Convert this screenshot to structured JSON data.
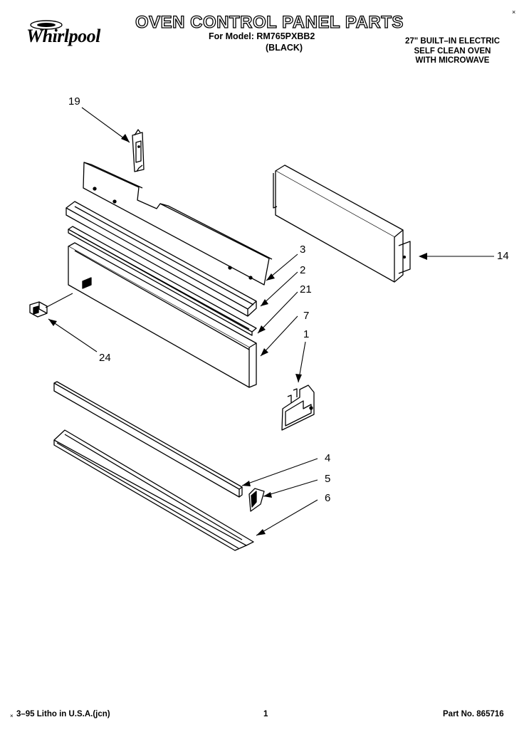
{
  "header": {
    "brand": "Whirlpool",
    "title": "OVEN CONTROL PANEL PARTS",
    "model_line": "For Model: RM765PXBB2",
    "color_line": "(BLACK)",
    "description": [
      "27\" BUILT–IN ELECTRIC",
      "SELF CLEAN OVEN",
      "WITH MICROWAVE"
    ],
    "corner_mark": "×"
  },
  "callouts": {
    "p19": "19",
    "p14": "14",
    "p3": "3",
    "p2": "2",
    "p21": "21",
    "p7": "7",
    "p1": "1",
    "p24": "24",
    "p4": "4",
    "p5": "5",
    "p6": "6"
  },
  "footer": {
    "litho": "3–95 Litho in U.S.A.(jcn)",
    "page": "1",
    "part_no": "Part No. 865716",
    "tick": "×"
  }
}
